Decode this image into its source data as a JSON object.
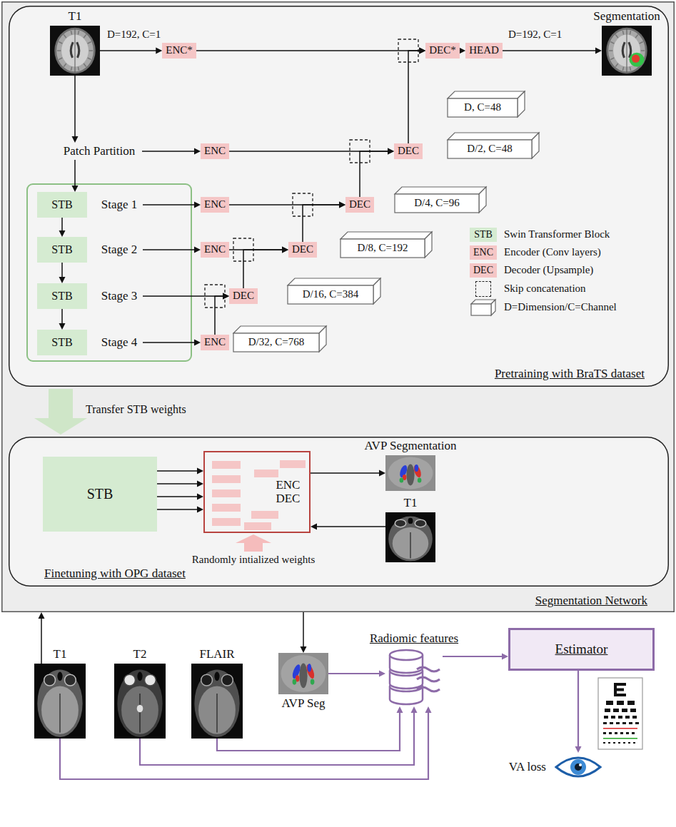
{
  "diagram": {
    "nodes": [
      {
        "text": [
          "Segmentation Network"
        ]
      },
      {
        "text": [
          "Pretraining with BraTS dataset"
        ],
        "in": 0
      },
      {
        "text": [
          "T1"
        ],
        "in": 1
      },
      {
        "text": [
          "ENC*"
        ],
        "in": 1
      },
      {
        "text": [
          "DEC*"
        ],
        "in": 1
      },
      {
        "text": [
          "HEAD"
        ],
        "in": 1
      },
      {
        "text": [
          "Segmentation"
        ],
        "in": 1
      },
      {
        "text": [
          "D, C=48"
        ],
        "in": 1
      },
      {
        "text": [
          "Patch Partition"
        ],
        "in": 1
      },
      {
        "text": [
          "ENC"
        ],
        "in": 1
      },
      {
        "text": [
          "DEC"
        ],
        "in": 1
      },
      {
        "text": [
          "D/2, C=48"
        ],
        "in": 1
      },
      {
        "text": [
          "STB"
        ],
        "in": 1
      },
      {
        "text": [
          "Stage 1"
        ],
        "in": 1
      },
      {
        "text": [
          "ENC"
        ],
        "in": 1
      },
      {
        "text": [
          "DEC"
        ],
        "in": 1
      },
      {
        "text": [
          "D/4, C=96"
        ],
        "in": 1
      },
      {
        "text": [
          "STB"
        ],
        "in": 1
      },
      {
        "text": [
          "Stage 2"
        ],
        "in": 1
      },
      {
        "text": [
          "ENC"
        ],
        "in": 1
      },
      {
        "text": [
          "DEC"
        ],
        "in": 1
      },
      {
        "text": [
          "D/8, C=192"
        ],
        "in": 1
      },
      {
        "text": [
          "STB"
        ],
        "in": 1
      },
      {
        "text": [
          "Stage 3"
        ],
        "in": 1
      },
      {
        "text": [
          "DEC"
        ],
        "in": 1
      },
      {
        "text": [
          "D/16, C=384"
        ],
        "in": 1
      },
      {
        "text": [
          "STB"
        ],
        "in": 1
      },
      {
        "text": [
          "Stage 4"
        ],
        "in": 1
      },
      {
        "text": [
          "ENC"
        ],
        "in": 1
      },
      {
        "text": [
          "D/32, C=768"
        ],
        "in": 1
      },
      {
        "text": [
          "Finetuning with OPG dataset"
        ],
        "in": 0
      },
      {
        "text": [
          "AVP Segmentation"
        ],
        "in": 30
      },
      {
        "text": [
          "STB"
        ],
        "in": 30
      },
      {
        "text": [
          "ENC DEC"
        ],
        "in": 30
      },
      {
        "text": [
          "T1"
        ],
        "in": 30
      },
      {
        "text": [
          "T1"
        ]
      },
      {
        "text": [
          "T2"
        ]
      },
      {
        "text": [
          "FLAIR"
        ]
      },
      {
        "text": [
          "AVP Seg"
        ]
      },
      {
        "text": [
          "Radiomic features"
        ]
      },
      {
        "text": [
          "Estimator"
        ]
      },
      {
        "text": [
          "VA loss"
        ]
      }
    ],
    "edges": [
      {
        "from": 2,
        "to": 3,
        "arrow": "to"
      },
      {
        "from": 3,
        "to": 4,
        "arrow": "to"
      },
      {
        "from": 4,
        "to": 5,
        "arrow": "to"
      },
      {
        "from": 5,
        "to": 6,
        "arrow": "to"
      },
      {
        "from": 2,
        "to": 8,
        "arrow": "to"
      },
      {
        "from": 8,
        "to": 9,
        "arrow": "to"
      },
      {
        "from": 9,
        "to": 10,
        "arrow": "to"
      },
      {
        "from": 10,
        "to": 4,
        "arrow": "to"
      },
      {
        "from": 8,
        "to": 12,
        "arrow": "to"
      },
      {
        "from": 12,
        "to": 17,
        "arrow": "to"
      },
      {
        "from": 17,
        "to": 22,
        "arrow": "to"
      },
      {
        "from": 22,
        "to": 26,
        "arrow": "to"
      },
      {
        "from": 13,
        "to": 14,
        "arrow": "to"
      },
      {
        "from": 14,
        "to": 15,
        "arrow": "to"
      },
      {
        "from": 15,
        "to": 10,
        "arrow": "to"
      },
      {
        "from": 18,
        "to": 19,
        "arrow": "to"
      },
      {
        "from": 19,
        "to": 20,
        "arrow": "to"
      },
      {
        "from": 20,
        "to": 15,
        "arrow": "to"
      },
      {
        "from": 23,
        "to": 24,
        "arrow": "to"
      },
      {
        "from": 24,
        "to": 20,
        "arrow": "to"
      },
      {
        "from": 27,
        "to": 28,
        "arrow": "to"
      },
      {
        "from": 28,
        "to": 24,
        "arrow": "to"
      },
      {
        "from": 32,
        "to": 33,
        "arrow": "to"
      },
      {
        "from": 32,
        "to": 33,
        "arrow": "to"
      },
      {
        "from": 32,
        "to": 33,
        "arrow": "to"
      },
      {
        "from": 32,
        "to": 33,
        "arrow": "to"
      },
      {
        "from": 33,
        "to": 31,
        "arrow": "to"
      },
      {
        "from": 34,
        "to": 33,
        "arrow": "to"
      },
      {
        "from": 35,
        "to": 0,
        "arrow": "to"
      },
      {
        "from": 0,
        "to": 38,
        "arrow": "to"
      },
      {
        "from": 38,
        "to": 39,
        "arrow": "to"
      },
      {
        "from": 35,
        "to": 39,
        "arrow": "to"
      },
      {
        "from": 36,
        "to": 39,
        "arrow": "to"
      },
      {
        "from": 37,
        "to": 39,
        "arrow": "to"
      },
      {
        "from": 39,
        "to": 40,
        "arrow": "to"
      },
      {
        "from": 40,
        "to": 41,
        "arrow": "to"
      }
    ],
    "labels": [
      "D=192, C=1",
      "D=192, C=1",
      "STB",
      "ENC",
      "DEC",
      "Transfer STB weights",
      "Randomly intialized weights"
    ],
    "legend": [
      {
        "text": "Swin Transformer Block",
        "color": "#d5ebd1"
      },
      {
        "text": "Encoder (Conv layers)",
        "color": "#f5c6c6"
      },
      {
        "text": "Decoder (Upsample)",
        "color": "#f5c6c6"
      },
      {
        "text": "Skip concatenation"
      },
      {
        "text": "D=Dimension/C=Channel"
      }
    ]
  }
}
